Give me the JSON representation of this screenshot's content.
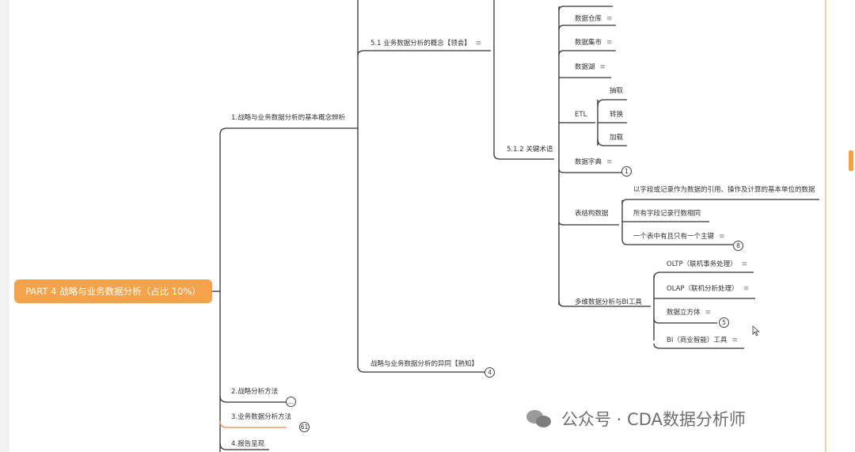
{
  "colors": {
    "accent": "#f5a34a",
    "line": "#333333",
    "orange_line": "#e8894a"
  },
  "root": {
    "label": "PART 4 战略与业务数据分析（占比 10%）"
  },
  "branches": {
    "b1": {
      "label": "1.战略与业务数据分析的基本概念辨析"
    },
    "b2": {
      "label": "2.战略分析方法",
      "count": "…"
    },
    "b3": {
      "label": "3.业务数据分析方法",
      "count": "61"
    },
    "b4": {
      "label": "4.报告呈现"
    }
  },
  "level2": {
    "concept": {
      "label": "5.1 业务数据分析的概念【领会】",
      "note": "≡"
    },
    "diff": {
      "label": "战略与业务数据分析的异同【熟知】",
      "count": "4"
    }
  },
  "level3": {
    "terms": {
      "label": "5.1.2 关键术语"
    }
  },
  "terms": {
    "warehouse": {
      "label": "数据仓库",
      "note": "≡"
    },
    "mart": {
      "label": "数据集市",
      "note": "≡"
    },
    "lake": {
      "label": "数据湖",
      "note": "≡"
    },
    "etl": {
      "label": "ETL",
      "children": [
        "抽取",
        "转换",
        "加载"
      ]
    },
    "dict": {
      "label": "数据字典",
      "note": "≡",
      "count": "1"
    },
    "table": {
      "label": "表结构数据",
      "count": "8",
      "children": [
        "以字段或记录作为数据的引用、操作及计算的基本单位的数据",
        "所有字段记录行数相同",
        "一个表中有且只有一个主键"
      ],
      "child_note": "≡"
    },
    "bi": {
      "label": "多维数据分析与BI工具",
      "count": "5",
      "children": [
        "OLTP（联机事务处理）",
        "OLAP（联机分析处理）",
        "数据立方体",
        "BI（商业智能）工具"
      ],
      "note": "≡"
    }
  },
  "watermark": {
    "text": "公众号 · CDA数据分析师",
    "icon": "wechat-icon"
  }
}
